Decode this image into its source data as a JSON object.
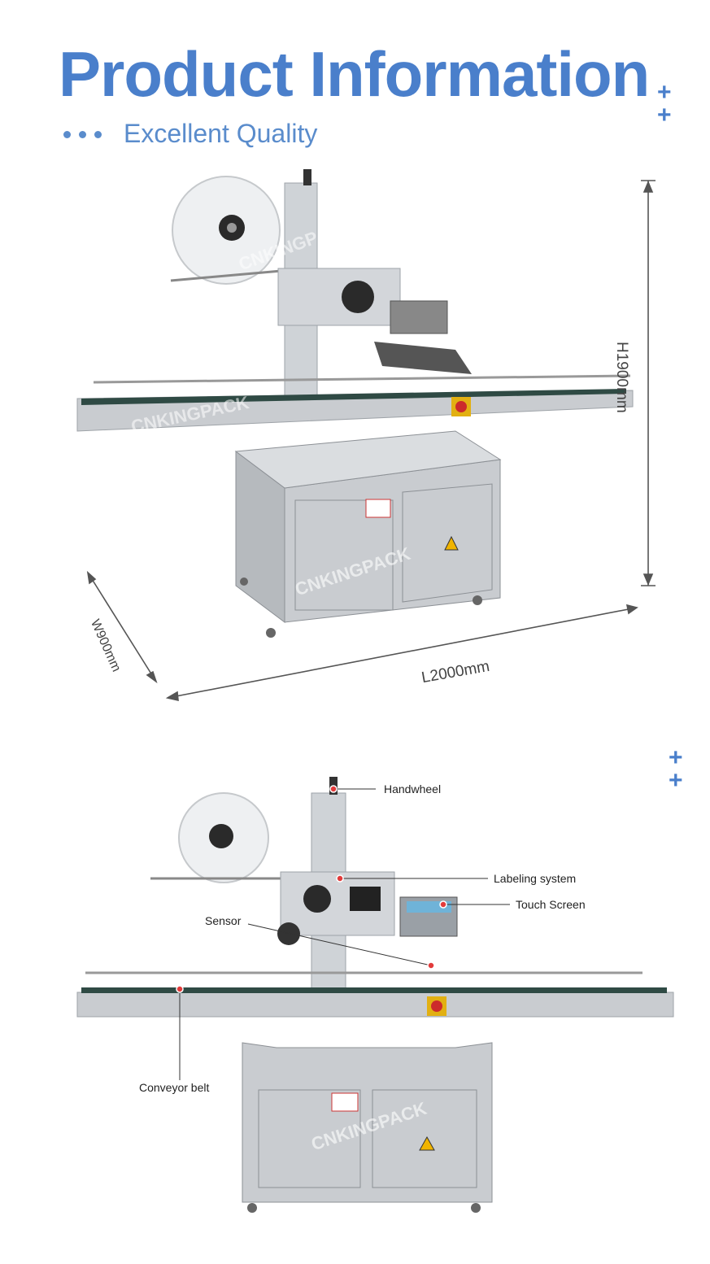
{
  "header": {
    "title": "Product Information",
    "subtitle": "Excellent Quality",
    "plus_glyph": "+"
  },
  "dimensions": {
    "height": "H1900mm",
    "width": "W900mm",
    "length": "L2000mm"
  },
  "watermark": "CNKINGPACK",
  "callouts": {
    "handwheel": "Handwheel",
    "labeling_system": "Labeling system",
    "touch_screen": "Touch Screen",
    "sensor": "Sensor",
    "conveyor_belt": "Conveyor belt"
  },
  "colors": {
    "accent": "#4a7fcb",
    "machine_steel": "#c9ccd0",
    "belt": "#2f4a44",
    "estop": "#e2b012",
    "marker": "#e23b3b"
  }
}
